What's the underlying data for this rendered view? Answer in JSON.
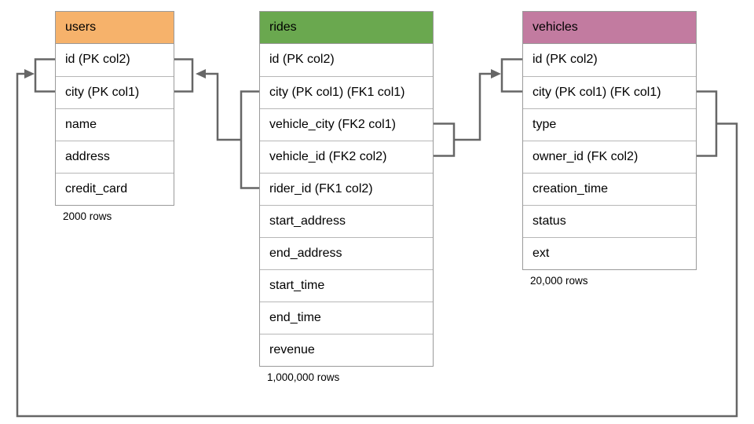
{
  "diagram": {
    "background_color": "#ffffff",
    "connector_color": "#666666",
    "tables": [
      {
        "title": "users",
        "header_color": "#f6b26b",
        "columns": [
          "id (PK col2)",
          "city (PK col1)",
          "name",
          "address",
          "credit_card"
        ],
        "row_count_label": "2000 rows"
      },
      {
        "title": "rides",
        "header_color": "#6aa84f",
        "columns": [
          "id (PK col2)",
          "city (PK col1) (FK1 col1)",
          "vehicle_city (FK2 col1)",
          "vehicle_id (FK2 col2)",
          "rider_id (FK1 col2)",
          "start_address",
          "end_address",
          "start_time",
          "end_time",
          "revenue"
        ],
        "row_count_label": "1,000,000 rows"
      },
      {
        "title": "vehicles",
        "header_color": "#c27ba0",
        "columns": [
          "id (PK col2)",
          "city (PK col1) (FK col1)",
          "type",
          "owner_id (FK col2)",
          "creation_time",
          "status",
          "ext"
        ],
        "row_count_label": "20,000 rows"
      }
    ],
    "relationships": [
      {
        "name": "rides-to-users",
        "description": "rides (city, rider_id) FK1 references users (city, id)"
      },
      {
        "name": "rides-to-vehicles",
        "description": "rides (vehicle_city, vehicle_id) FK2 references vehicles (city, id)"
      },
      {
        "name": "vehicles-to-users",
        "description": "vehicles (city, owner_id) FK references users (city, id)"
      }
    ]
  }
}
